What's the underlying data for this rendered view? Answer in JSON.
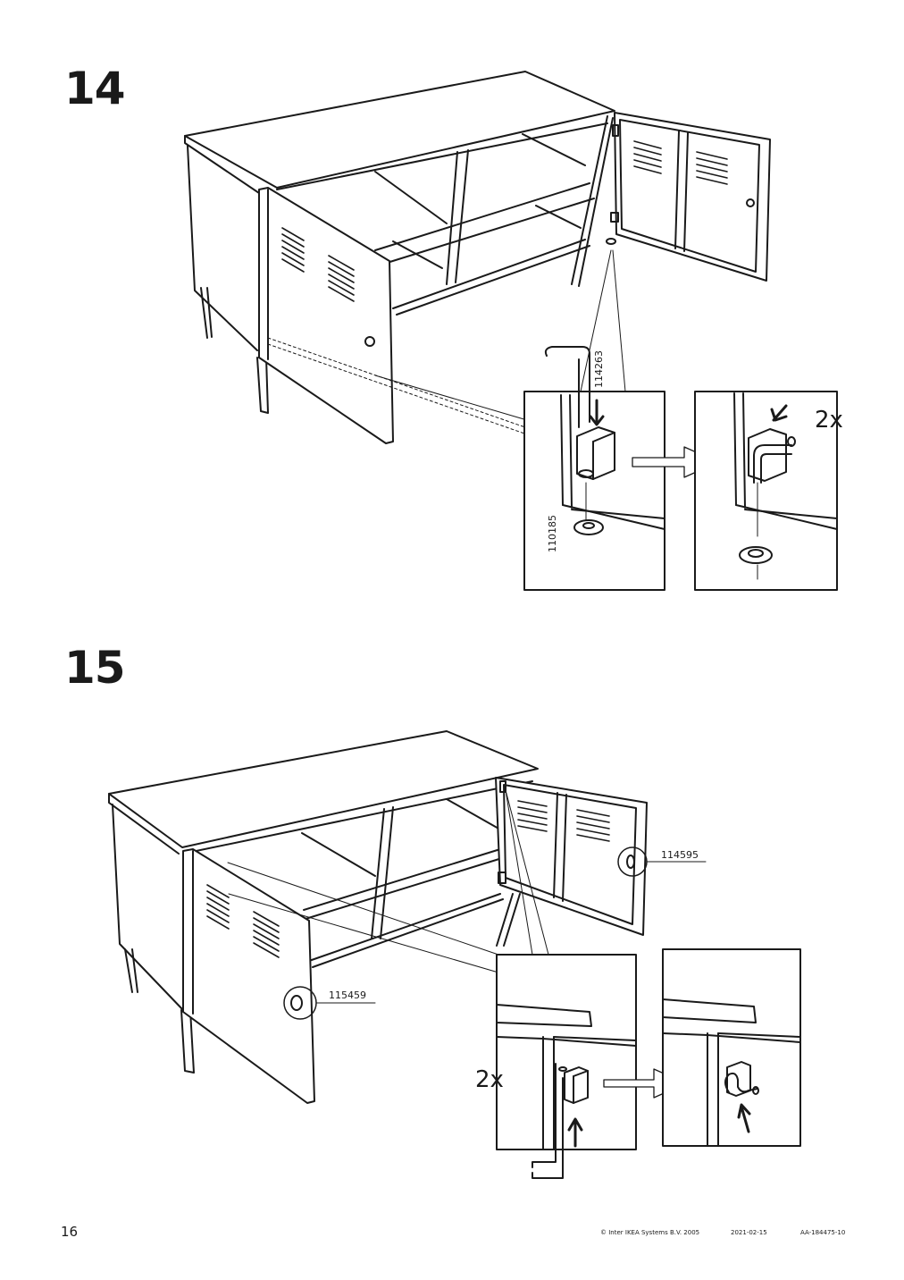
{
  "steps": [
    {
      "number": "14",
      "part_numbers": [
        "114263",
        "110185"
      ],
      "quantity": "2x"
    },
    {
      "number": "15",
      "part_numbers": [
        "114595",
        "115459"
      ],
      "quantity": "2x"
    }
  ],
  "footer": {
    "page_number": "16",
    "copyright": "© Inter IKEA Systems B.V. 2005",
    "date": "2021-02-15",
    "doc_code": "AA-184475-10"
  }
}
